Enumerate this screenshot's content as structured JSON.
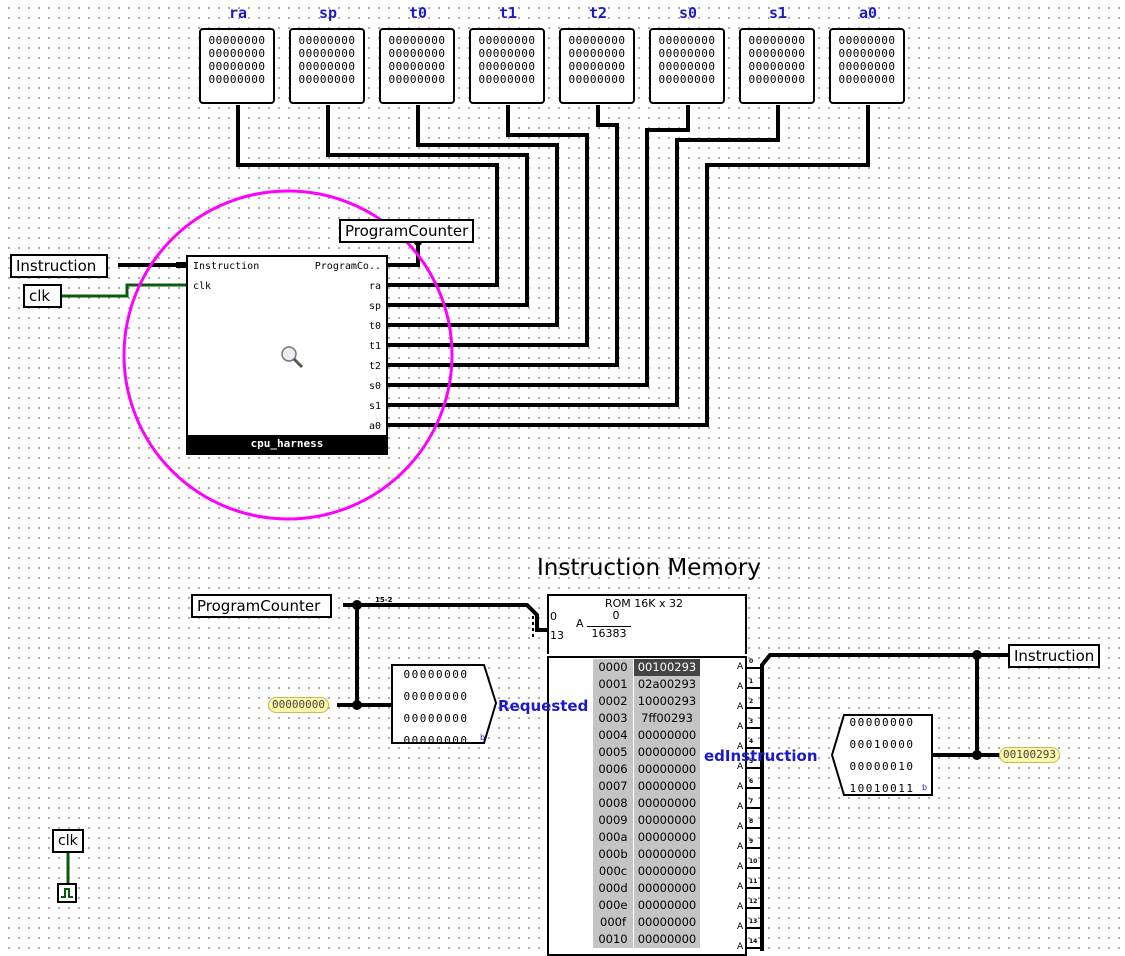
{
  "registers": [
    {
      "name": "ra",
      "rows": [
        "00000000",
        "00000000",
        "00000000",
        "00000000"
      ]
    },
    {
      "name": "sp",
      "rows": [
        "00000000",
        "00000000",
        "00000000",
        "00000000"
      ]
    },
    {
      "name": "t0",
      "rows": [
        "00000000",
        "00000000",
        "00000000",
        "00000000"
      ]
    },
    {
      "name": "t1",
      "rows": [
        "00000000",
        "00000000",
        "00000000",
        "00000000"
      ]
    },
    {
      "name": "t2",
      "rows": [
        "00000000",
        "00000000",
        "00000000",
        "00000000"
      ]
    },
    {
      "name": "s0",
      "rows": [
        "00000000",
        "00000000",
        "00000000",
        "00000000"
      ]
    },
    {
      "name": "s1",
      "rows": [
        "00000000",
        "00000000",
        "00000000",
        "00000000"
      ]
    },
    {
      "name": "a0",
      "rows": [
        "00000000",
        "00000000",
        "00000000",
        "00000000"
      ]
    }
  ],
  "tags": {
    "program_counter_top": "ProgramCounter",
    "instruction_in": "Instruction",
    "clk_in": "clk",
    "program_counter_mem": "ProgramCounter",
    "instruction_out": "Instruction",
    "clk_bottom": "clk"
  },
  "harness": {
    "title": "cpu_harness",
    "in_ports": [
      "Instruction",
      "clk"
    ],
    "out_ports": [
      "ProgramCo..",
      "ra",
      "sp",
      "t0",
      "t1",
      "t2",
      "s0",
      "s1",
      "a0"
    ]
  },
  "memory": {
    "title": "Instruction Memory",
    "rom_label": "ROM 16K x 32",
    "addr_top": "0",
    "addr_bottom": "16383",
    "split_top": "0",
    "split_bottom": "13",
    "a_label": "A",
    "bus_label": "15-2",
    "addresses": [
      "0000",
      "0001",
      "0002",
      "0003",
      "0004",
      "0005",
      "0006",
      "0007",
      "0008",
      "0009",
      "000a",
      "000b",
      "000c",
      "000d",
      "000e",
      "000f",
      "0010"
    ],
    "values": [
      "00100293",
      "02a00293",
      "10000293",
      "7ff00293",
      "00000000",
      "00000000",
      "00000000",
      "00000000",
      "00000000",
      "00000000",
      "00000000",
      "00000000",
      "00000000",
      "00000000",
      "00000000",
      "00000000",
      "00000000"
    ],
    "bit_indices": [
      "0",
      "1",
      "2",
      "3",
      "4",
      "5",
      "6",
      "7",
      "8",
      "9",
      "10",
      "11",
      "12",
      "13",
      "14"
    ]
  },
  "requested": {
    "label": "Requested",
    "rows": [
      "00000000",
      "00000000",
      "00000000",
      "00000000"
    ],
    "radix": "b",
    "probe": "00000000"
  },
  "fetched": {
    "label": "edInstruction",
    "rows": [
      "00000000",
      "00010000",
      "00000010",
      "10010011"
    ],
    "radix": "b",
    "probe": "00100293"
  },
  "colors": {
    "wire": "#000000",
    "clock_wire": "#0a5c0a",
    "label": "#1a1acc",
    "selection": "#ff00ff",
    "probe": "#fff8a8"
  }
}
